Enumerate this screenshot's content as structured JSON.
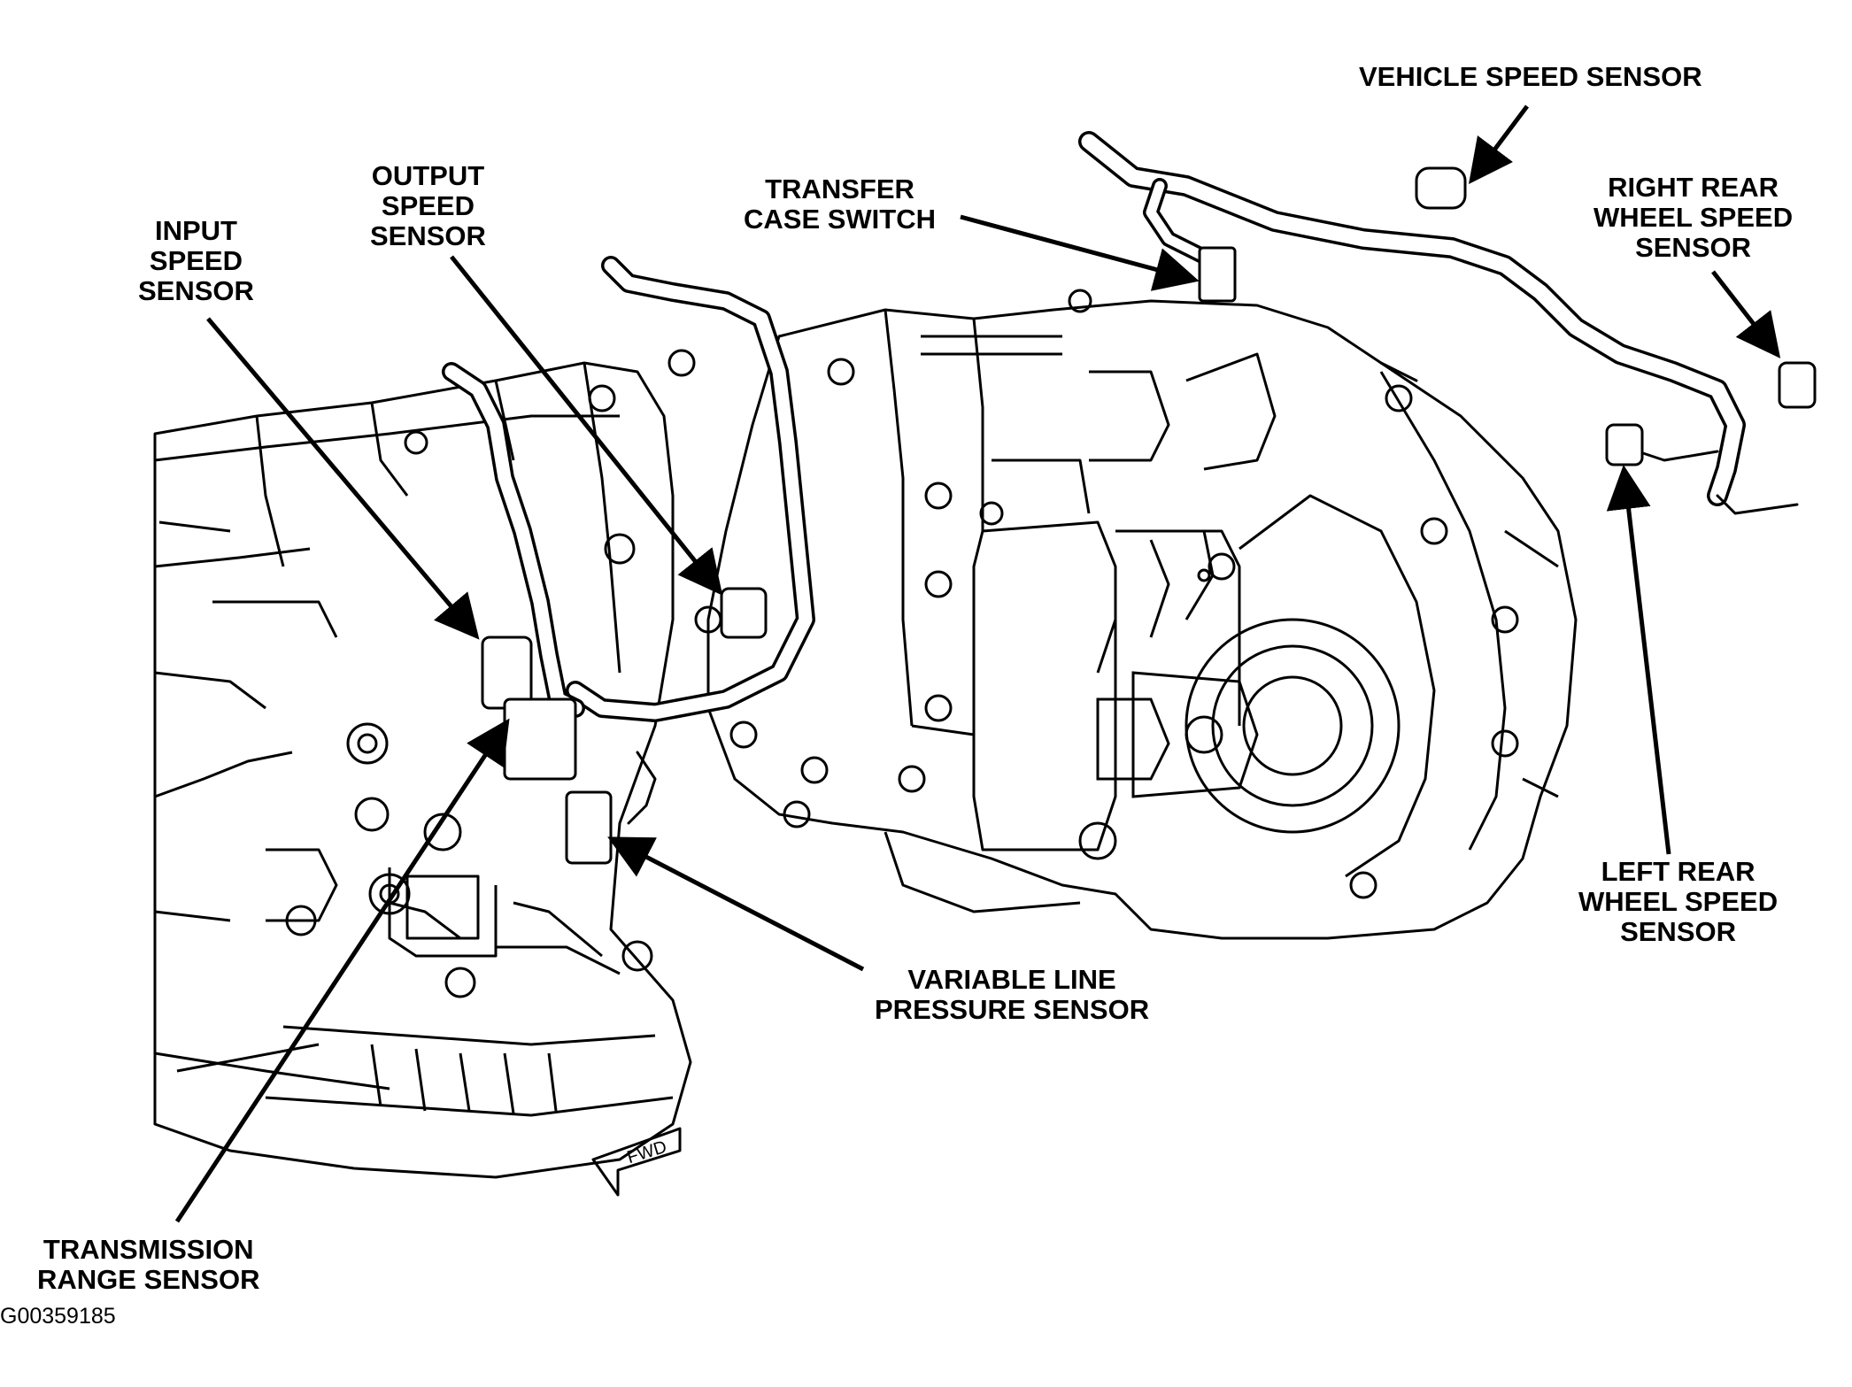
{
  "labels": {
    "vehicle_speed_sensor": [
      "VEHICLE SPEED SENSOR"
    ],
    "right_rear_wheel_speed_sensor": [
      "RIGHT REAR",
      "WHEEL SPEED",
      "SENSOR"
    ],
    "transfer_case_switch": [
      "TRANSFER",
      "CASE SWITCH"
    ],
    "output_speed_sensor": [
      "OUTPUT",
      "SPEED",
      "SENSOR"
    ],
    "input_speed_sensor": [
      "INPUT",
      "SPEED",
      "SENSOR"
    ],
    "left_rear_wheel_speed_sensor": [
      "LEFT REAR",
      "WHEEL SPEED",
      "SENSOR"
    ],
    "variable_line_pressure_sensor": [
      "VARIABLE LINE",
      "PRESSURE SENSOR"
    ],
    "transmission_range_sensor": [
      "TRANSMISSION",
      "RANGE SENSOR"
    ],
    "fwd": "FWD"
  },
  "figure_id": "G00359185"
}
